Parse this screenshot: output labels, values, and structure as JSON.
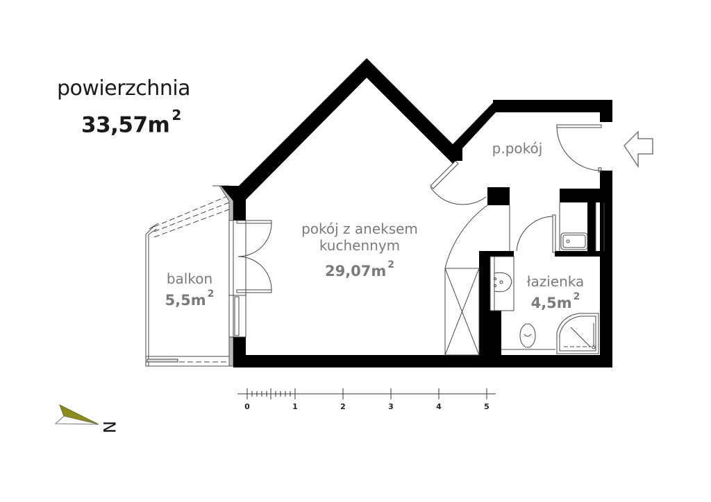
{
  "header": {
    "label": "powierzchnia",
    "total_area": "33,57m",
    "total_area_unit_exp": "2"
  },
  "rooms": [
    {
      "id": "main-room",
      "name_line1": "pokój z aneksem",
      "name_line2": "kuchennym",
      "area": "29,07m",
      "exp": "2"
    },
    {
      "id": "hallway",
      "name_line1": "p.pokój",
      "name_line2": "",
      "area": "",
      "exp": ""
    },
    {
      "id": "bathroom",
      "name_line1": "łazienka",
      "name_line2": "",
      "area": "4,5m",
      "exp": "2"
    },
    {
      "id": "balcony",
      "name_line1": "balkon",
      "name_line2": "",
      "area": "5,5m",
      "exp": "2"
    }
  ],
  "scale_bar": {
    "labels": [
      "0",
      "1",
      "2",
      "3",
      "4",
      "5"
    ],
    "unit_hint": "m"
  },
  "compass": {
    "label": "N",
    "color": "#8b8b1a"
  },
  "entrance_arrow": {
    "direction": "left"
  },
  "colors": {
    "wall": "#000000",
    "label_gray": "#7a7a7a",
    "line_gray": "#555555"
  }
}
